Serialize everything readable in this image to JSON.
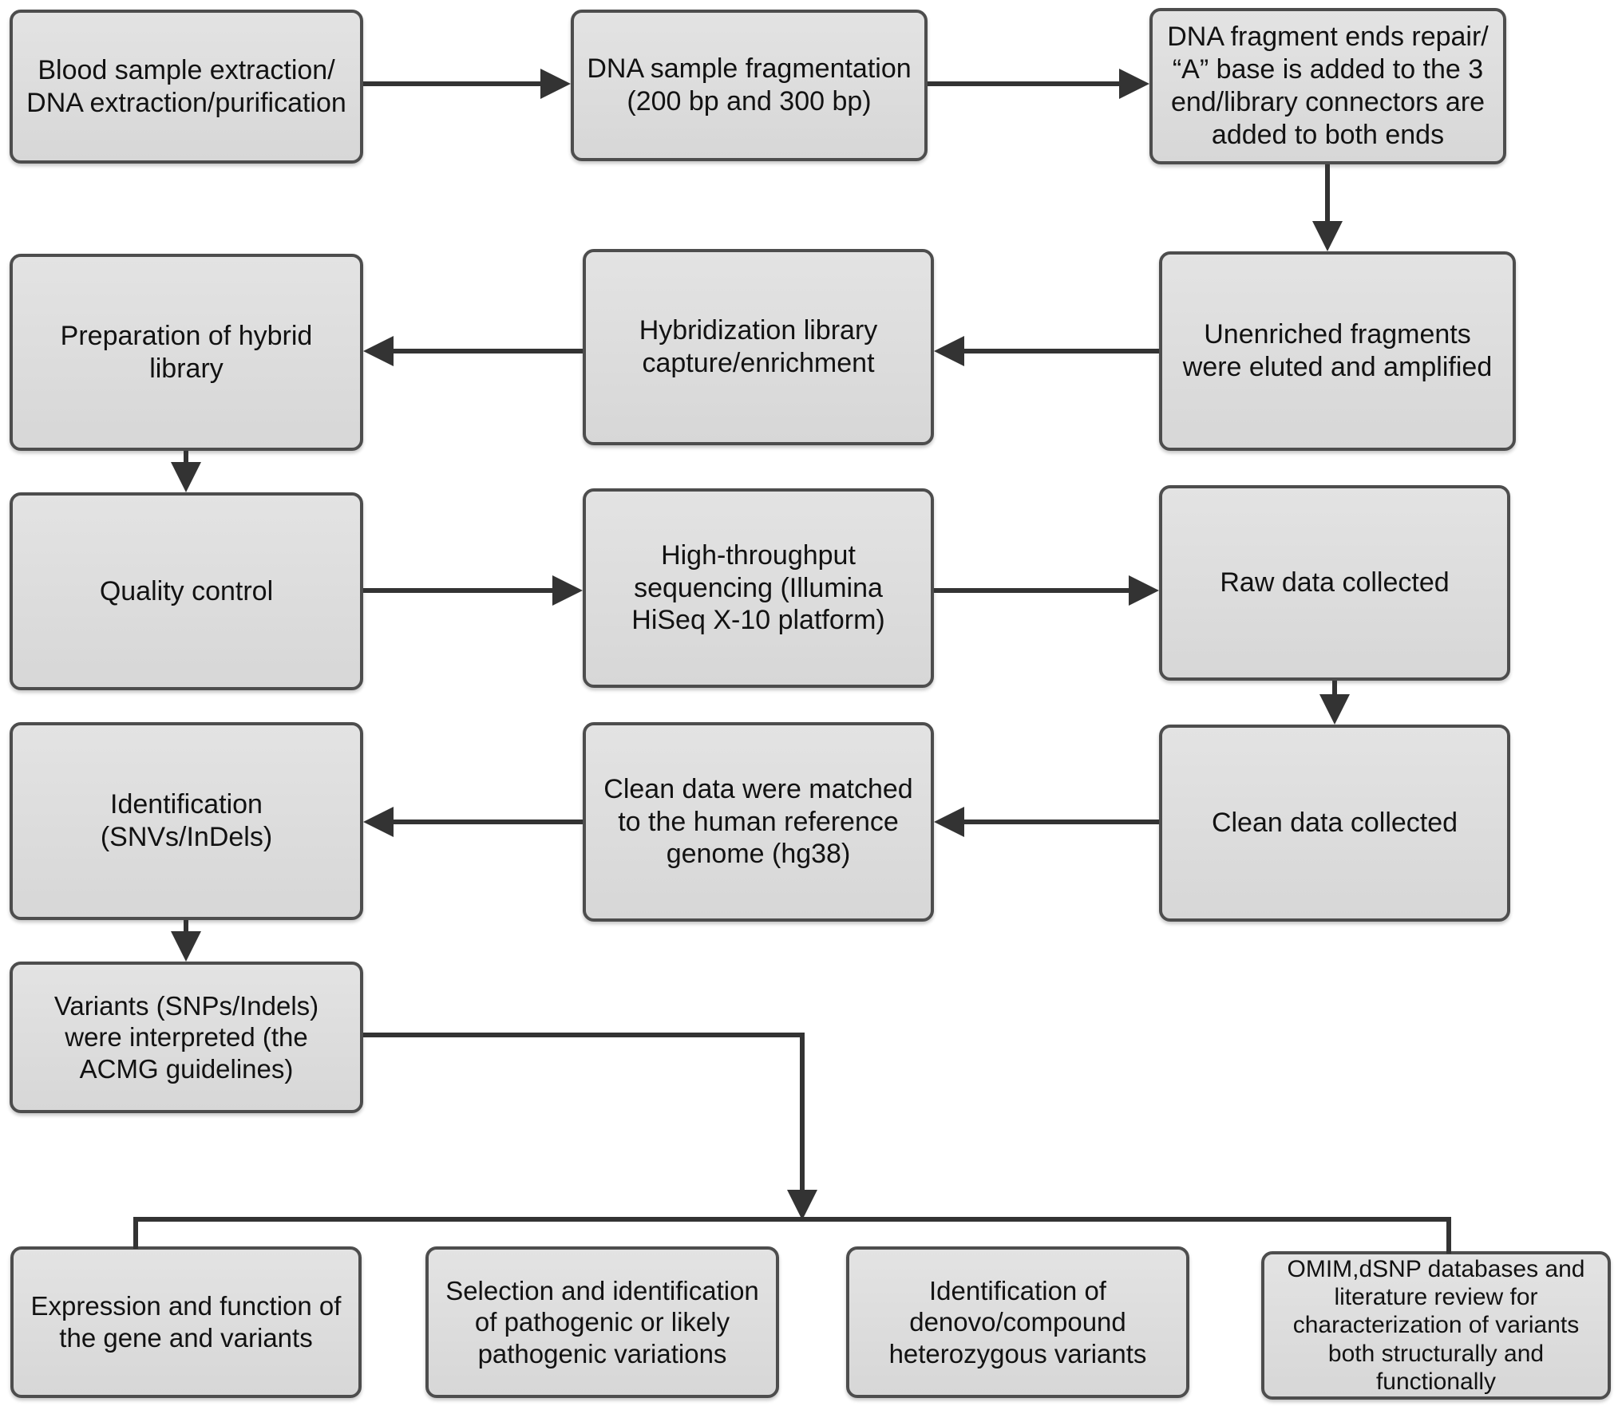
{
  "diagram": {
    "type": "flowchart",
    "background": "#ffffff",
    "box_fill": "#d9d9d9",
    "box_border": "#4d4d4d",
    "arrow_color": "#333333",
    "text_color": "#121212",
    "nodes": {
      "blood": {
        "label": "Blood sample extraction/ DNA extraction/purification"
      },
      "fragmentation": {
        "label": "DNA sample fragmentation (200 bp and 300 bp)"
      },
      "ends_repair": {
        "label": "DNA fragment ends repair/ “A” base is added to the 3 end/library connectors are added to both ends"
      },
      "unenriched": {
        "label": "Unenriched fragments were eluted and amplified"
      },
      "hybridization": {
        "label": "Hybridization library capture/enrichment"
      },
      "preparation": {
        "label": "Preparation of hybrid library"
      },
      "quality": {
        "label": "Quality control"
      },
      "sequencing": {
        "label": "High-throughput sequencing (Illumina HiSeq X-10 platform)"
      },
      "raw_data": {
        "label": "Raw data collected"
      },
      "clean_data": {
        "label": "Clean data collected"
      },
      "matching": {
        "label": "Clean data were matched to the human reference genome (hg38)"
      },
      "identification": {
        "label": "Identification (SNVs/InDels)"
      },
      "interpretation": {
        "label": "Variants (SNPs/Indels) were interpreted (the ACMG guidelines)"
      },
      "expression": {
        "label": "Expression and function of the gene and variants"
      },
      "selection": {
        "label": "Selection and identification of pathogenic or likely pathogenic variations"
      },
      "denovo": {
        "label": "Identification of denovo/compound heterozygous variants"
      },
      "omim": {
        "label": "OMIM,dSNP databases and literature review for characterization of variants both structurally and functionally"
      }
    },
    "edges": [
      {
        "from": "blood",
        "to": "fragmentation"
      },
      {
        "from": "fragmentation",
        "to": "ends_repair"
      },
      {
        "from": "ends_repair",
        "to": "unenriched"
      },
      {
        "from": "unenriched",
        "to": "hybridization"
      },
      {
        "from": "hybridization",
        "to": "preparation"
      },
      {
        "from": "preparation",
        "to": "quality"
      },
      {
        "from": "quality",
        "to": "sequencing"
      },
      {
        "from": "sequencing",
        "to": "raw_data"
      },
      {
        "from": "raw_data",
        "to": "clean_data"
      },
      {
        "from": "clean_data",
        "to": "matching"
      },
      {
        "from": "matching",
        "to": "identification"
      },
      {
        "from": "identification",
        "to": "interpretation"
      },
      {
        "from": "interpretation",
        "to": "expression"
      },
      {
        "from": "interpretation",
        "to": "selection"
      },
      {
        "from": "interpretation",
        "to": "denovo"
      },
      {
        "from": "interpretation",
        "to": "omim"
      }
    ]
  }
}
